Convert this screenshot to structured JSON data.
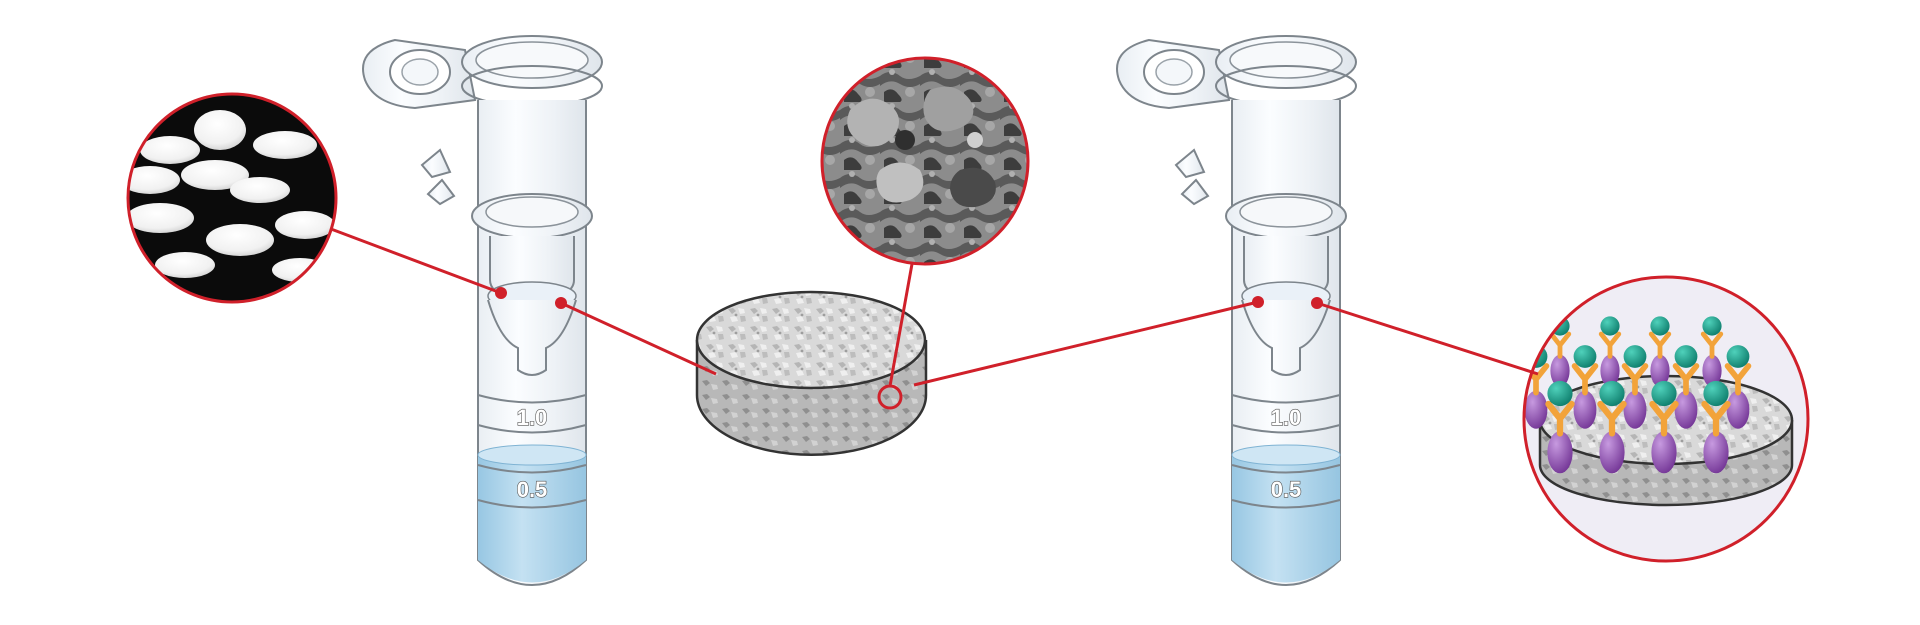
{
  "tube_left": {
    "mark_upper": "1.0",
    "mark_lower": "0.5"
  },
  "tube_right": {
    "mark_upper": "1.0",
    "mark_lower": "0.5"
  },
  "colors": {
    "callout_red": "#d0202a",
    "liquid_blue": "#a9d2ea",
    "antibody_orange": "#f2a33a",
    "antigen_teal": "#1a9a86",
    "protein_purple": "#8a4fa8",
    "porous_gray": "#c9c9c9"
  },
  "icons": [
    "spin-column-tube-icon",
    "porous-disc-icon",
    "sem-micrograph-icon",
    "antibody-immobilized-disc-icon"
  ]
}
